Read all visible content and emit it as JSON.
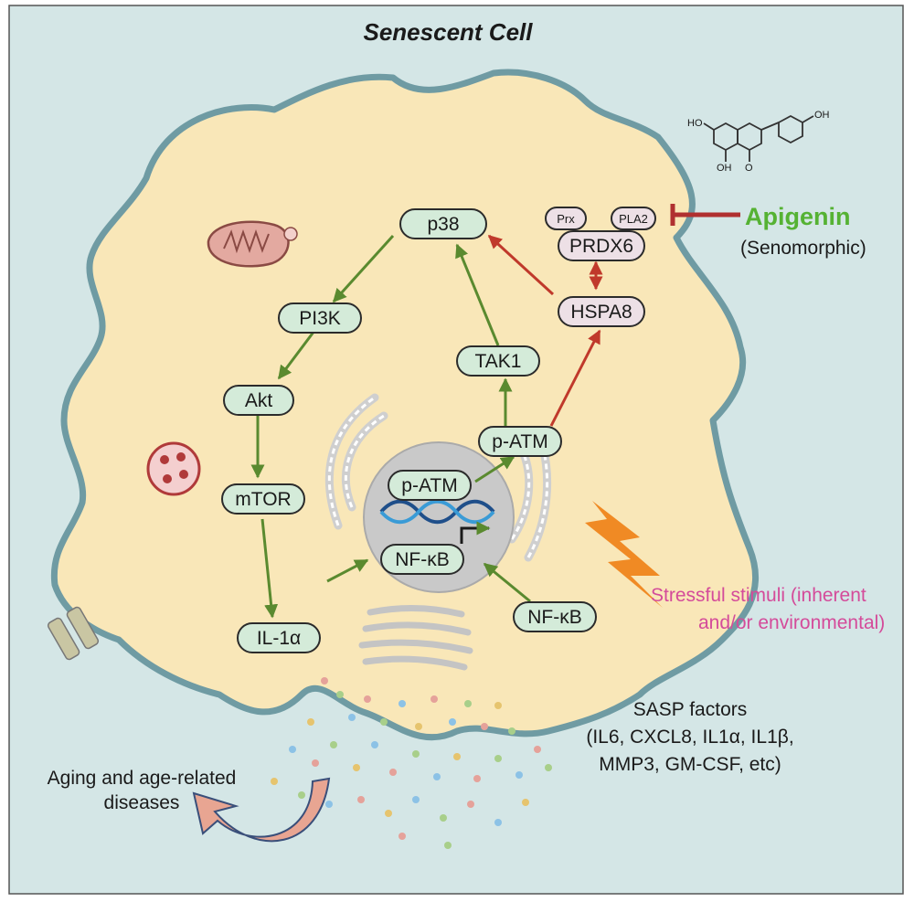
{
  "title": "Senescent Cell",
  "drug": {
    "name": "Apigenin",
    "class": "(Senomorphic)"
  },
  "nodes": {
    "p38": "p38",
    "pi3k": "PI3K",
    "akt": "Akt",
    "mtor": "mTOR",
    "il1a": "IL-1α",
    "tak1": "TAK1",
    "patm_outer": "p-ATM",
    "patm_inner": "p-ATM",
    "nfkb_inner": "NF-κB",
    "nfkb_outer": "NF-κB",
    "prdx6": "PRDX6",
    "prx": "Prx",
    "pla2": "PLA2",
    "hspa8": "HSPA8"
  },
  "molecule_labels": {
    "oh_top": "OH",
    "oh_left": "HO",
    "oh_bottom": "OH",
    "carbonyl_o": "O"
  },
  "stress": {
    "line1": "Stressful stimuli (inherent",
    "line2": "and/or environmental)"
  },
  "sasp": {
    "line1": "SASP factors",
    "line2": "(IL6, CXCL8, IL1α, IL1β,",
    "line3": "MMP3, GM-CSF, etc)"
  },
  "aging": {
    "line1": "Aging and age-related",
    "line2": "diseases"
  },
  "colors": {
    "background": "#d4e6e6",
    "cell_fill": "#f9e7b8",
    "membrane": "#6f9ba3",
    "green_arrow": "#5a8a2f",
    "red_arrow": "#c0392b",
    "node_green": "#d4ebd9",
    "node_pink": "#ede0e6",
    "apigenin_text": "#55b233",
    "stress_text": "#d44b9a",
    "lightning": "#f08a24"
  }
}
